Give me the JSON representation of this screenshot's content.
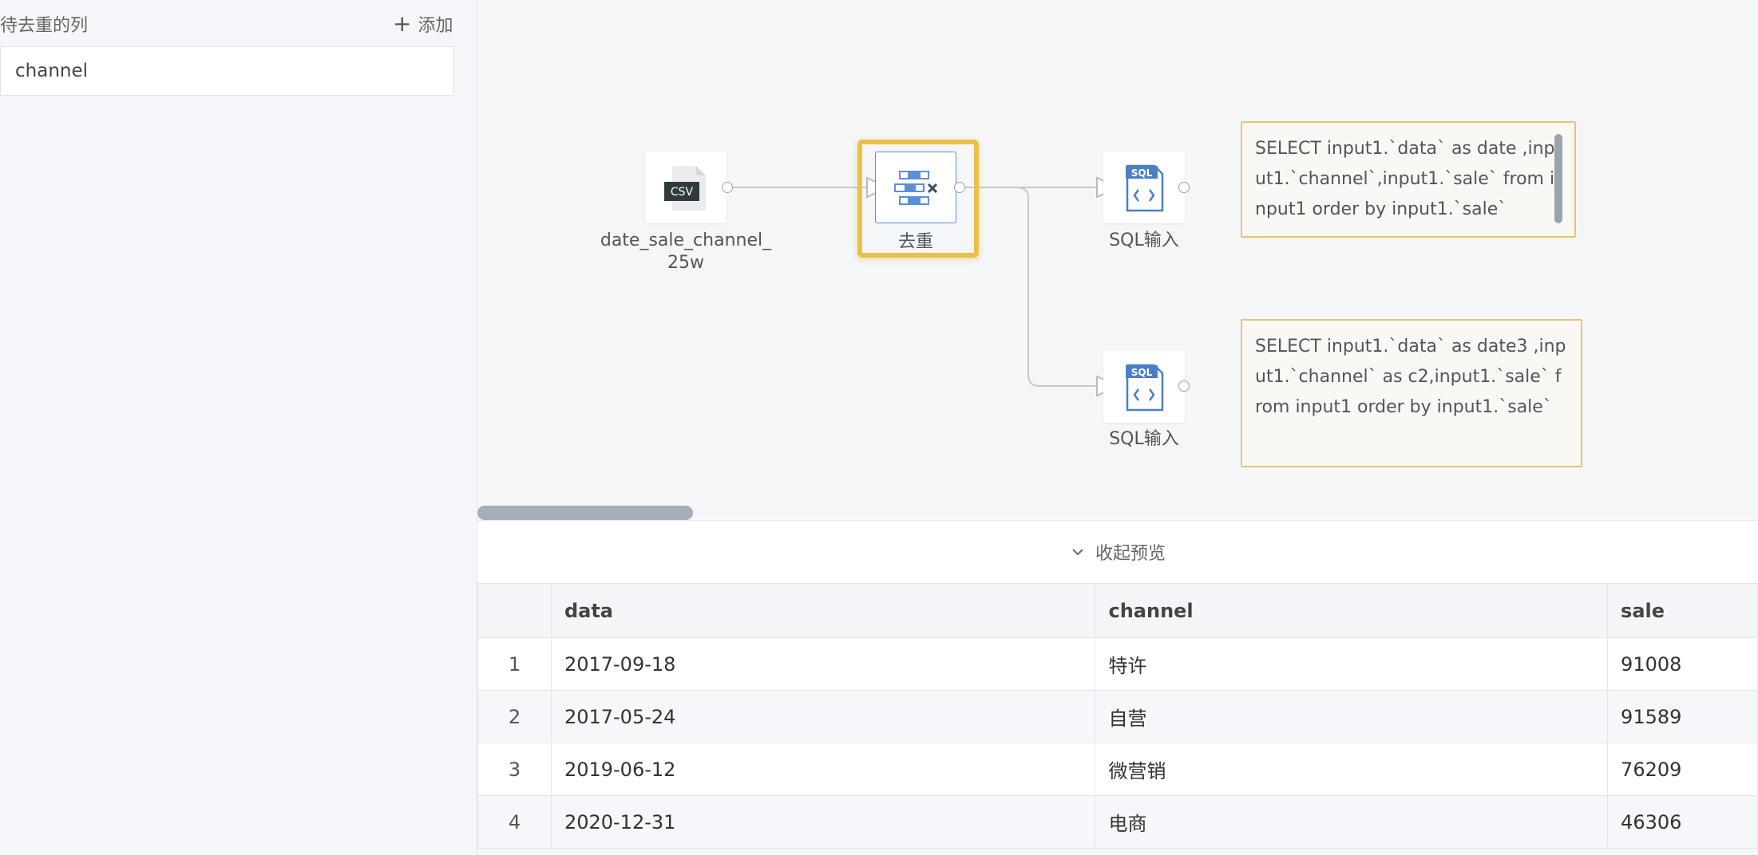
{
  "left_panel": {
    "title": "待去重的列",
    "add_label": "添加",
    "field_value": "channel"
  },
  "flow": {
    "csv_node": {
      "badge": "CSV",
      "label_line1": "date_sale_channel_",
      "label_line2": "25w"
    },
    "dedupe_node": {
      "label": "去重"
    },
    "sql_node_1": {
      "badge": "SQL",
      "label": "SQL输入"
    },
    "sql_node_2": {
      "badge": "SQL",
      "label": "SQL输入"
    },
    "sql_box_1": "SELECT input1.`data` as date ,input1.`channel`,input1.`sale` from input1 order by input1.`sale`",
    "sql_box_2": "SELECT input1.`data` as date3 ,input1.`channel` as c2,input1.`sale` from input1 order by input1.`sale`"
  },
  "preview": {
    "toggle_label": "收起预览",
    "columns": [
      "",
      "data",
      "channel",
      "sale"
    ],
    "rows": [
      [
        "1",
        "2017-09-18",
        "特许",
        "91008"
      ],
      [
        "2",
        "2017-05-24",
        "自营",
        "91589"
      ],
      [
        "3",
        "2019-06-12",
        "微营销",
        "76209"
      ],
      [
        "4",
        "2020-12-31",
        "电商",
        "46306"
      ]
    ]
  },
  "colors": {
    "highlight": "#e8c14a",
    "sql_border": "#ecc36b",
    "icon_blue": "#5b8fd6",
    "csv_dark": "#2e3b3b"
  }
}
